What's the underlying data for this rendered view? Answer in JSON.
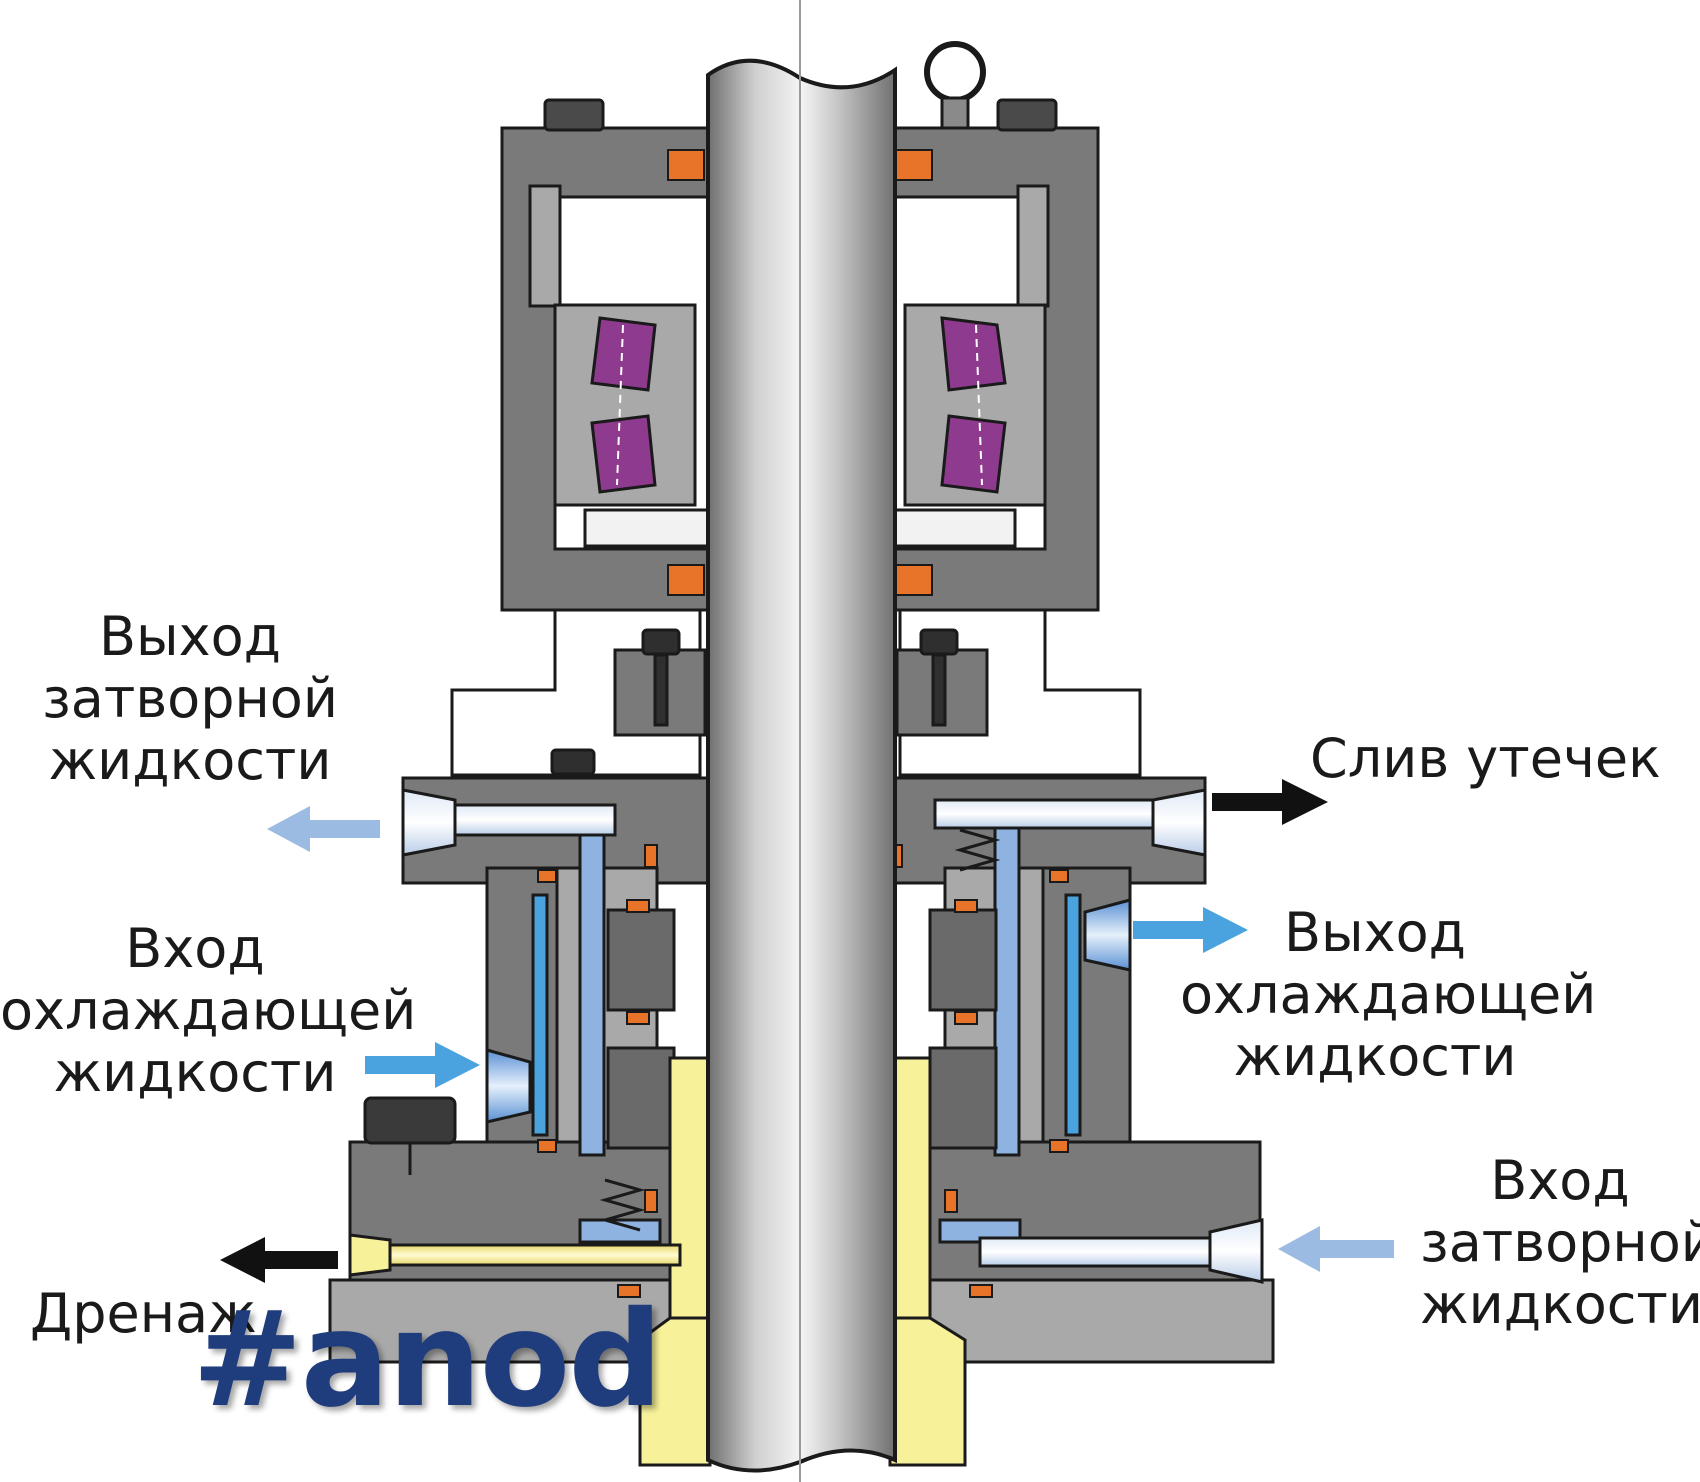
{
  "labels": {
    "seal_fluid_outlet": [
      "Выход",
      "затворной",
      "жидкости"
    ],
    "leak_drain": "Слив утечек",
    "coolant_inlet": [
      "Вход",
      "охлаждающей",
      "жидкости"
    ],
    "coolant_outlet": [
      "Выход",
      "охлаждающей",
      "жидкости"
    ],
    "seal_fluid_inlet": [
      "Вход",
      "затворной",
      "жидкости"
    ],
    "drain": "Дренаж"
  },
  "watermark": "#anod",
  "colors": {
    "housing_dark": "#7a7a7a",
    "housing_light": "#a9a9a9",
    "shaft": "#bdbdbd",
    "roller": "#8e3a8e",
    "coolant_blue": "#8fb3e0",
    "coolant_arrow": "#4aa3df",
    "seal_arrow": "#9bbbe3",
    "yellow_part": "#f7f19a",
    "orange_ring": "#e8742a",
    "watermark": "#1f3c7d"
  },
  "icons": [
    "arrow-left-icon",
    "arrow-right-icon",
    "bolt-icon",
    "lifting-eye-icon",
    "spring-icon"
  ]
}
